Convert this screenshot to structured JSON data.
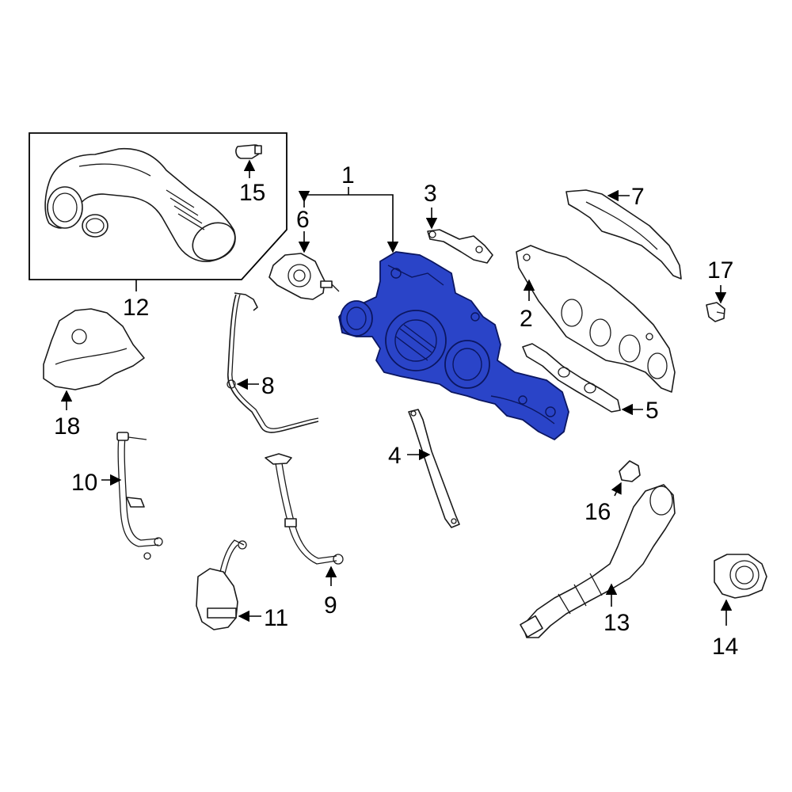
{
  "diagram": {
    "highlight_color": "#2a44c8",
    "callouts": [
      {
        "id": "c1",
        "label": "1"
      },
      {
        "id": "c2",
        "label": "2"
      },
      {
        "id": "c3",
        "label": "3"
      },
      {
        "id": "c4",
        "label": "4"
      },
      {
        "id": "c5",
        "label": "5"
      },
      {
        "id": "c6",
        "label": "6"
      },
      {
        "id": "c7",
        "label": "7"
      },
      {
        "id": "c8",
        "label": "8"
      },
      {
        "id": "c9",
        "label": "9"
      },
      {
        "id": "c10",
        "label": "10"
      },
      {
        "id": "c11",
        "label": "11"
      },
      {
        "id": "c12",
        "label": "12"
      },
      {
        "id": "c13",
        "label": "13"
      },
      {
        "id": "c14",
        "label": "14"
      },
      {
        "id": "c15",
        "label": "15"
      },
      {
        "id": "c16",
        "label": "16"
      },
      {
        "id": "c17",
        "label": "17"
      },
      {
        "id": "c18",
        "label": "18"
      }
    ]
  }
}
